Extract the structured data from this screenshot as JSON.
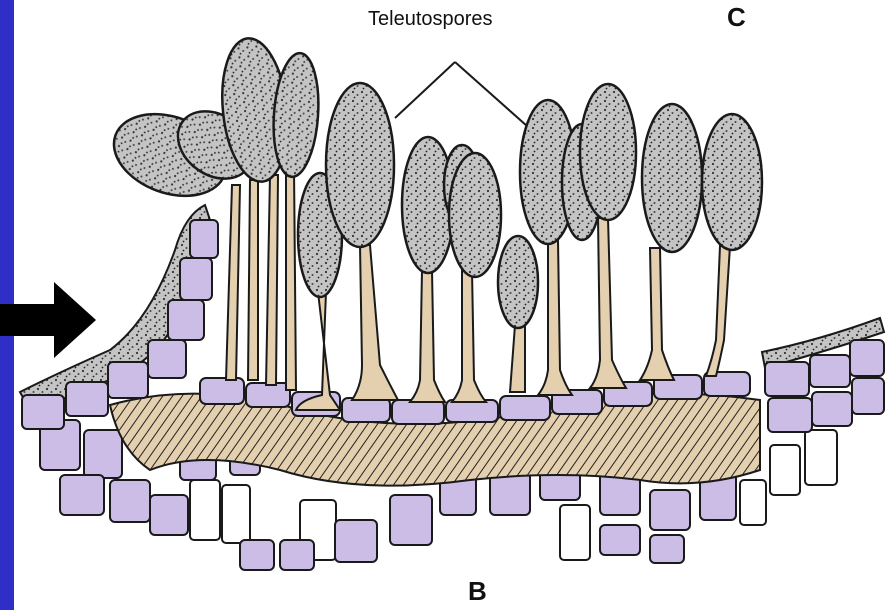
{
  "diagram": {
    "label_teleutospores": "Teleutospores",
    "panel_letter_top": "C",
    "panel_letter_bottom": "B"
  },
  "colors": {
    "side_bar": "#2f2fc8",
    "epidermis_cell": "#cbbde6",
    "stalk": "#e4cfae",
    "spore": "#b9b9b9",
    "outline": "#1a1a1a",
    "arrow": "#000000"
  },
  "icons": {
    "pointer": "arrow-right-icon"
  }
}
